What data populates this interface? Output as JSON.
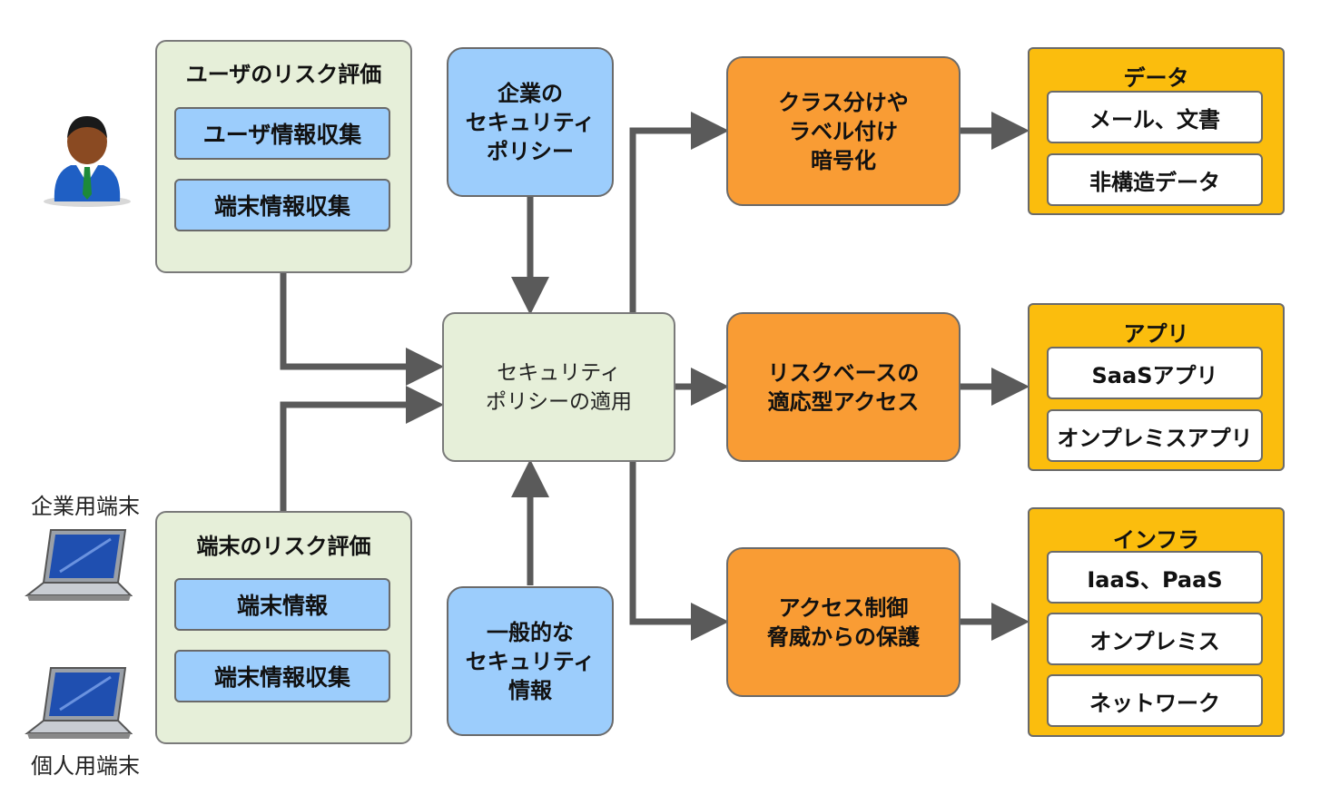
{
  "user_risk": {
    "title": "ユーザのリスク評価",
    "items": [
      "ユーザ情報収集",
      "端末情報収集"
    ]
  },
  "device_risk": {
    "title": "端末のリスク評価",
    "items": [
      "端末情報",
      "端末情報収集"
    ]
  },
  "corporate_policy": "企業の\nセキュリティ\nポリシー",
  "general_info": "一般的な\nセキュリティ\n情報",
  "apply_policy": "セキュリティ\nポリシーの適用",
  "actions": [
    "クラス分けや\nラベル付け\n暗号化",
    "リスクベースの\n適応型アクセス",
    "アクセス制御\n脅威からの保護"
  ],
  "targets": [
    {
      "title": "データ",
      "items": [
        "メール、文書",
        "非構造データ"
      ]
    },
    {
      "title": "アプリ",
      "items": [
        "SaaSアプリ",
        "オンプレミスアプリ"
      ]
    },
    {
      "title": "インフラ",
      "items": [
        "IaaS、PaaS",
        "オンプレミス",
        "ネットワーク"
      ]
    }
  ],
  "labels": {
    "corporate_device": "企業用端末",
    "personal_device": "個人用端末"
  },
  "colors": {
    "green": "#e6efd9",
    "blue": "#9ccdfc",
    "orange": "#f99c34",
    "yellow": "#fbbd0d",
    "arrow": "#5a5a5a"
  },
  "icons": {
    "user": "user-person-icon",
    "laptop": "laptop-icon"
  }
}
